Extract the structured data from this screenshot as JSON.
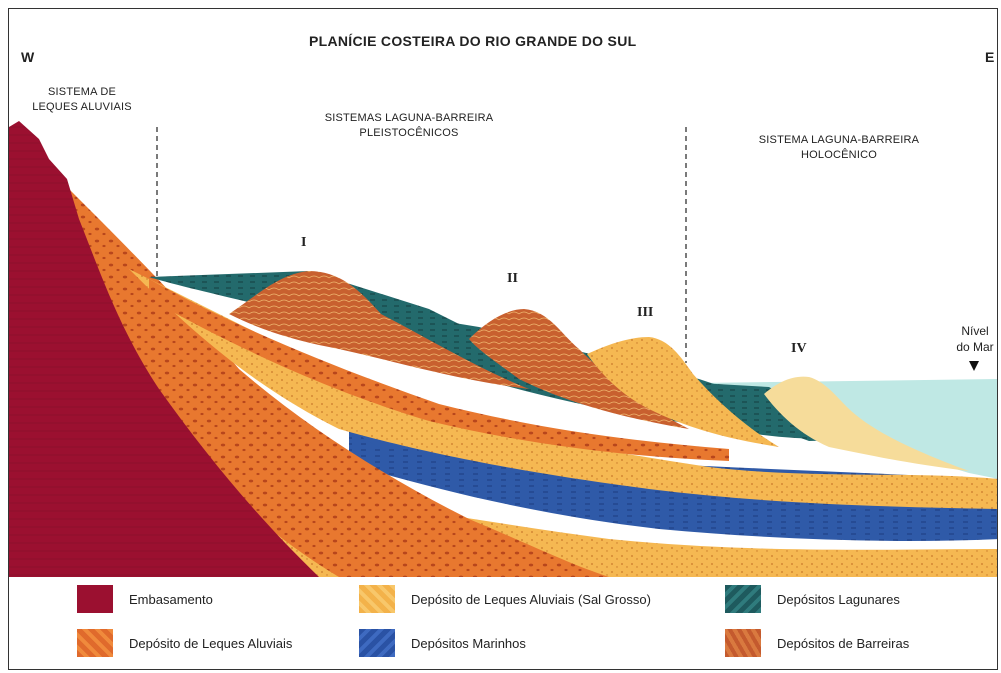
{
  "title": "PLANÍCIE COSTEIRA DO RIO GRANDE DO SUL",
  "directions": {
    "west": "W",
    "east": "E"
  },
  "systems": {
    "alluvial_line1": "SISTEMA DE",
    "alluvial_line2": "LEQUES ALUVIAIS",
    "pleistocene_line1": "SISTEMAS LAGUNA-BARREIRA",
    "pleistocene_line2": "PLEISTOCÊNICOS",
    "holocene_line1": "SISTEMA LAGUNA-BARREIRA",
    "holocene_line2": "HOLOCÊNICO"
  },
  "barriers": [
    "I",
    "II",
    "III",
    "IV"
  ],
  "sea_level": {
    "line1": "Nível",
    "line2": "do Mar"
  },
  "legend": {
    "embasamento": "Embasamento",
    "leques_aluviais": "Depósito de Leques Aluviais",
    "sal_grosso": "Depósito de Leques Aluviais (Sal Grosso)",
    "marinhos": "Depósitos Marinhos",
    "lagunares": "Depósitos Lagunares",
    "barreiras": "Depósitos de Barreiras"
  },
  "colors": {
    "embasamento": "#9b1030",
    "leques_aluviais": "#e8782f",
    "sal_grosso": "#f5b852",
    "marinhos": "#2f5aa8",
    "lagunares": "#236a6c",
    "barreiras": "#c8602f",
    "sea": "#bfe8e4"
  }
}
